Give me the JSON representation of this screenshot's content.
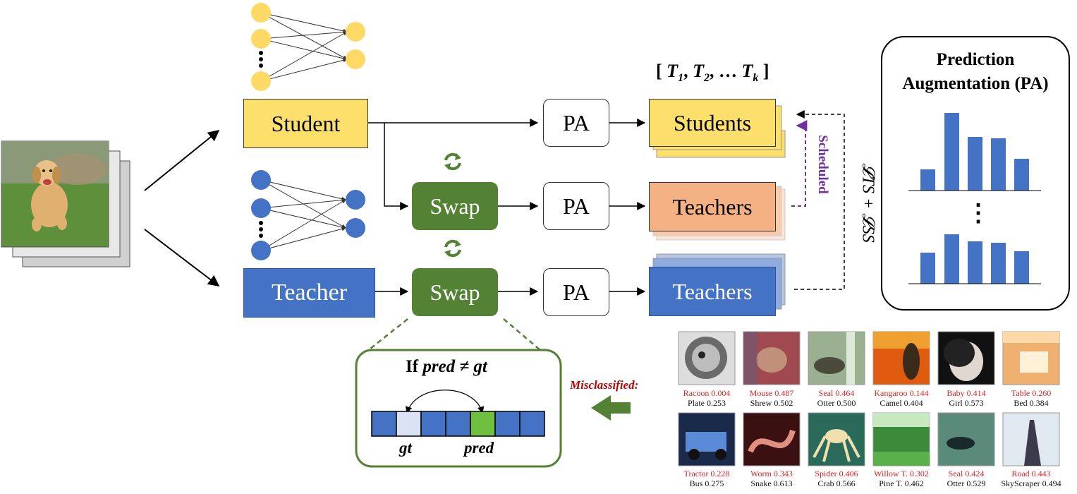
{
  "student_label": "Student",
  "teacher_label": "Teacher",
  "swap_label": "Swap",
  "pa_label": "PA",
  "students_label": "Students",
  "teachers_label": "Teachers",
  "teachers_swapped_label": "Teachers",
  "t_list": {
    "open": "[ ",
    "t1": "T",
    "s1": "1",
    "t2": "T",
    "s2": "2",
    "dots": "… ",
    "tk": "T",
    "sk": "k",
    "close": " ]"
  },
  "scheduled_label": "Scheduled",
  "loss_label": "𝓛TS + 𝓛SS",
  "pa_panel_title": "Prediction Augmentation (PA)",
  "pa_dots": "⋮",
  "if_condition": {
    "prefix": "If ",
    "expr": "pred ≠ gt"
  },
  "gt_label": "gt",
  "pred_label": "pred",
  "misclassified_label": "Misclassified:",
  "misclassified_examples": [
    {
      "pred": "Racoon 0.004",
      "gt": "Plate 0.253"
    },
    {
      "pred": "Mouse 0.487",
      "gt": "Shrew 0.502"
    },
    {
      "pred": "Seal 0.464",
      "gt": "Otter 0.500"
    },
    {
      "pred": "Kangaroo 0.144",
      "gt": "Camel 0.404"
    },
    {
      "pred": "Baby 0.414",
      "gt": "Girl 0.573"
    },
    {
      "pred": "Table 0.260",
      "gt": "Bed 0.384"
    },
    {
      "pred": "Tractor 0.228",
      "gt": "Bus 0.275"
    },
    {
      "pred": "Worm 0.343",
      "gt": "Snake 0.613"
    },
    {
      "pred": "Spider 0.406",
      "gt": "Crab 0.566"
    },
    {
      "pred": "Willow T. 0.302",
      "gt": "Pine T. 0.462"
    },
    {
      "pred": "Seal 0.424",
      "gt": "Otter 0.529"
    },
    {
      "pred": "Road 0.443",
      "gt": "SkyScraper 0.494"
    }
  ],
  "colors": {
    "student": "#fde06b",
    "teacher": "#4472c4",
    "swap": "#548235",
    "teachers_swapped": "#f4b183",
    "scheduled": "#7030a0",
    "node_yellow": "#ffd966",
    "red_text": "#e02020",
    "misclassified_red": "#c00000",
    "highlight_light": "#dae3f3",
    "highlight_green": "#70c040"
  },
  "icons": [
    "puppy-image",
    "neural-net-icon",
    "swap-cycle-icon",
    "arrow-left-icon"
  ]
}
